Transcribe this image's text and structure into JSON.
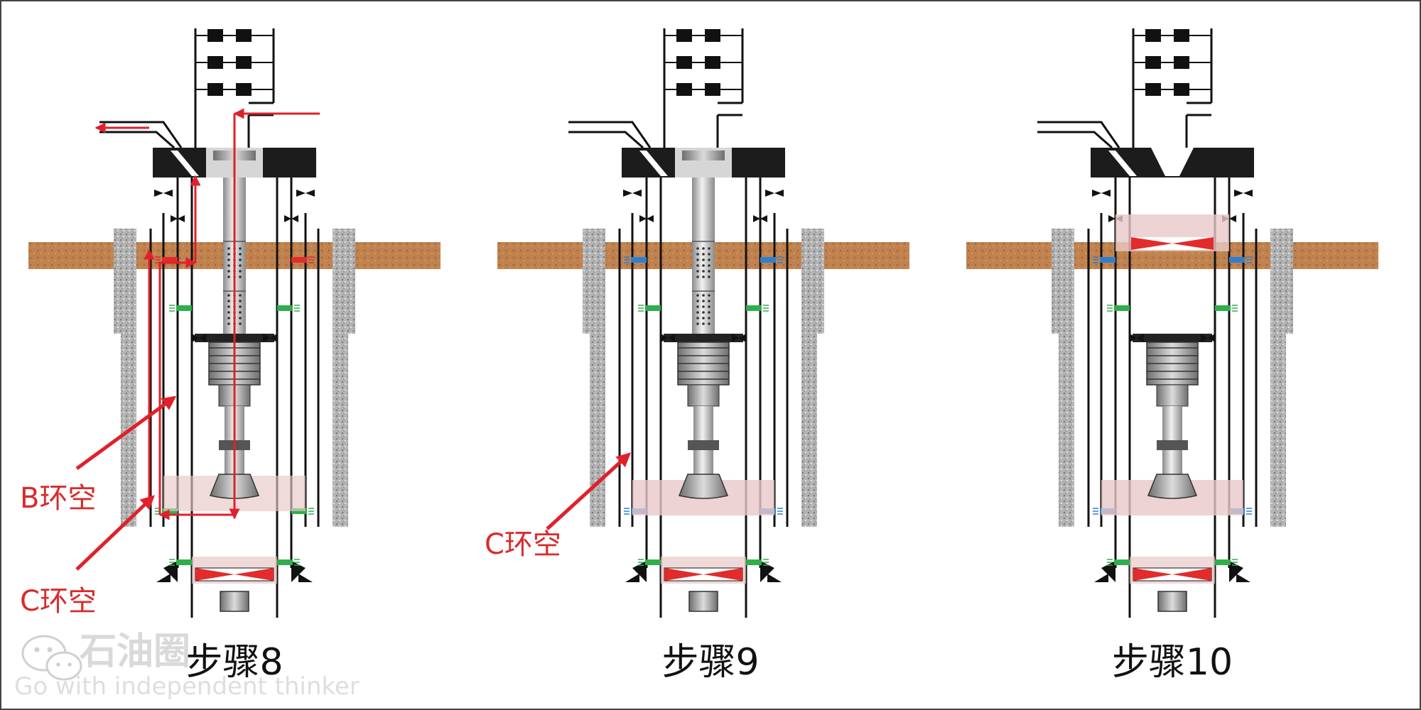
{
  "steps": [
    {
      "label": "步骤8",
      "state": "tree-removed-tubing-in",
      "annulus_markers": "red"
    },
    {
      "label": "步骤9",
      "state": "tubing-in",
      "annulus_markers": "blue"
    },
    {
      "label": "步骤10",
      "state": "tubing-removed-plug-set",
      "annulus_markers": "blue"
    }
  ],
  "annotations": {
    "b_annulus": "B环空",
    "c_annulus": "C环空",
    "c_annulus_step9": "C环空"
  },
  "watermark": {
    "name": "石油圈",
    "slogan": "Go with independent thinker",
    "icon": "wechat-icon"
  },
  "colors": {
    "ground": "#b97a45",
    "cement": "#a9a9a9",
    "arrow": "#e0202a",
    "annotation_text": "#d92b2b",
    "packer_red": "#e32b2b",
    "seal_blue": "#2f7fd1",
    "seal_green": "#2fae4c",
    "plug_pink": "#e8c8c8",
    "wellhead": "#1c1c1c",
    "tubing": "#c8c8c8"
  }
}
